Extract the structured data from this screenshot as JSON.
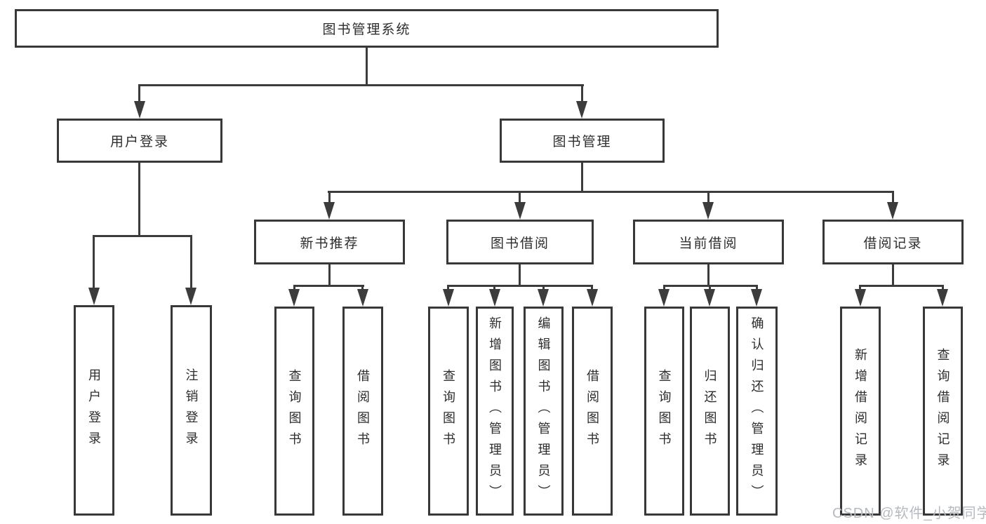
{
  "colors": {
    "line": "#3c3c3c",
    "box_border": "#383838",
    "box_fill": "#ffffff",
    "text": "#2d2d2d",
    "watermark": "#b6bac0",
    "background": "#ffffff"
  },
  "watermark": "CSDN @软件_小贺同学",
  "tree": {
    "label": "图书管理系统",
    "children": [
      {
        "label": "用户登录",
        "children": [
          {
            "label": "用户登录"
          },
          {
            "label": "注销登录"
          }
        ]
      },
      {
        "label": "图书管理",
        "children": [
          {
            "label": "新书推荐",
            "children": [
              {
                "label": "查询图书"
              },
              {
                "label": "借阅图书"
              }
            ]
          },
          {
            "label": "图书借阅",
            "children": [
              {
                "label": "查询图书"
              },
              {
                "label": "新增图书（管理员）"
              },
              {
                "label": "编辑图书（管理员）"
              },
              {
                "label": "借阅图书"
              }
            ]
          },
          {
            "label": "当前借阅",
            "children": [
              {
                "label": "查询图书"
              },
              {
                "label": "归还图书"
              },
              {
                "label": "确认归还（管理员）"
              }
            ]
          },
          {
            "label": "借阅记录",
            "children": [
              {
                "label": "新增借阅记录"
              },
              {
                "label": "查询借阅记录"
              }
            ]
          }
        ]
      }
    ]
  }
}
